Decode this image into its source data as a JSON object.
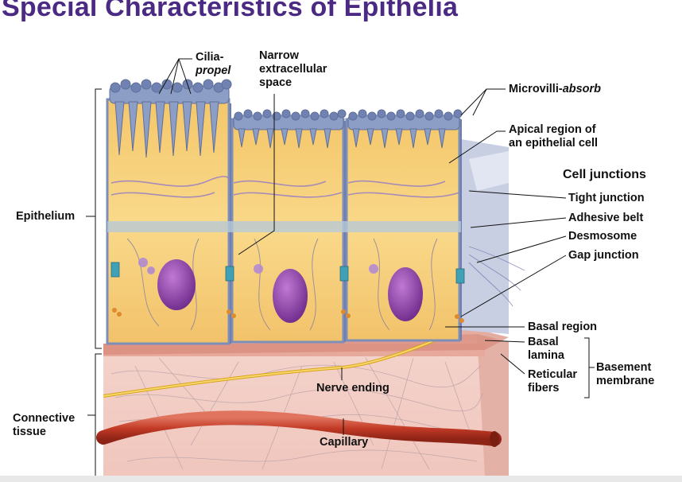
{
  "title": "Special Characteristics of Epithelia",
  "labels": {
    "cilia_a": "Cilia-",
    "cilia_b": "propel",
    "narrow_1": "Narrow",
    "narrow_2": "extracellular",
    "narrow_3": "space",
    "microvilli_a": "Microvilli-",
    "microvilli_b": "absorb",
    "apical_1": "Apical region of",
    "apical_2": "an epithelial cell",
    "cell_junctions": "Cell junctions",
    "tight_junction": "Tight junction",
    "adhesive_belt": "Adhesive belt",
    "desmosome": "Desmosome",
    "gap_junction": "Gap junction",
    "epithelium": "Epithelium",
    "basal_region": "Basal region",
    "basal_lamina_1": "Basal",
    "basal_lamina_2": "lamina",
    "reticular_1": "Reticular",
    "reticular_2": "fibers",
    "basement_1": "Basement",
    "basement_2": "membrane",
    "nerve_ending": "Nerve ending",
    "connective_1": "Connective",
    "connective_2": "tissue",
    "capillary": "Capillary"
  },
  "colors": {
    "title": "#4b2a83",
    "cytoplasm": "#f7d27a",
    "cell_membrane": "#8fa3c9",
    "nucleus": "#8b3fa8",
    "connective": "#f0c9c0",
    "capillary": "#c8402c",
    "nerve": "#e6b422"
  }
}
